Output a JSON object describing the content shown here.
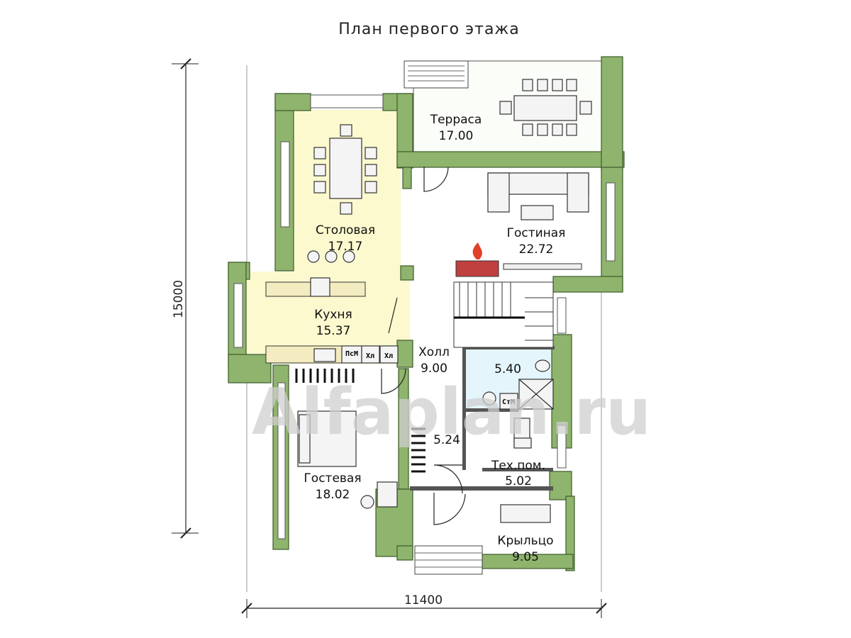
{
  "title": "План первого этажа",
  "watermark": "Alfaplan.ru",
  "dimensions": {
    "width": "11400",
    "height": "15000"
  },
  "rooms": [
    {
      "id": "terrace",
      "name": "Терраса",
      "area": "17.00"
    },
    {
      "id": "dining",
      "name": "Столовая",
      "area": "17.17"
    },
    {
      "id": "living",
      "name": "Гостиная",
      "area": "22.72"
    },
    {
      "id": "kitchen",
      "name": "Кухня",
      "area": "15.37"
    },
    {
      "id": "hall",
      "name": "Холл",
      "area": "9.00"
    },
    {
      "id": "bathroom",
      "name": "",
      "area": "5.40"
    },
    {
      "id": "storage",
      "name": "",
      "area": "5.24"
    },
    {
      "id": "tech",
      "name": "Тех.пом.",
      "area": "5.02"
    },
    {
      "id": "guest",
      "name": "Гостевая",
      "area": "18.02"
    },
    {
      "id": "porch",
      "name": "Крыльцо",
      "area": "9.05"
    }
  ],
  "appliance_labels": {
    "dishwasher": "ПсМ",
    "fridge1": "Хл",
    "fridge2": "Хл",
    "washer": "СтМ"
  },
  "colors": {
    "wall": "#8fb46d",
    "dining_fill": "#fcf9cf",
    "kitchen_fill": "#fcf9cf",
    "bathroom_fill": "#e4f5fb",
    "other_fill": "#ffffff"
  }
}
